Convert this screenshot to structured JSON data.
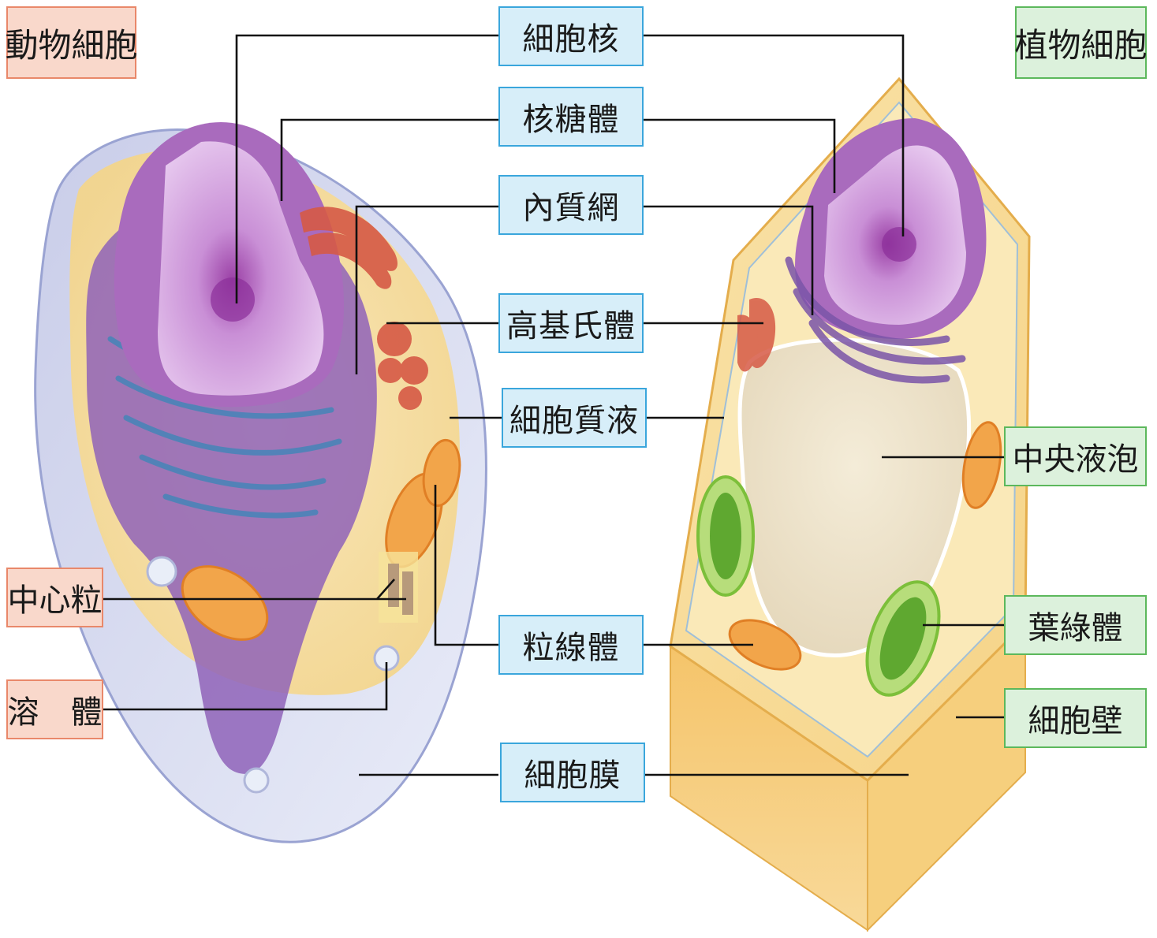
{
  "titles": {
    "animal": "動物細胞",
    "plant": "植物細胞"
  },
  "center_labels": {
    "nucleus": "細胞核",
    "ribosome": "核糖體",
    "er": "內質網",
    "golgi": "高基氏體",
    "cytoplasm": "細胞質液",
    "mitochondria": "粒線體",
    "cell_membrane": "細胞膜"
  },
  "animal_labels": {
    "centriole": "中心粒",
    "lysosome": "溶　體"
  },
  "plant_labels": {
    "central_vacuole": "中央液泡",
    "chloroplast": "葉綠體",
    "cell_wall": "細胞壁"
  },
  "colors": {
    "center_label_fill": "#d7eef9",
    "center_label_border": "#3aa6dc",
    "animal_label_fill": "#f9d8cb",
    "animal_label_border": "#e9886a",
    "plant_label_fill": "#dcf1dc",
    "plant_label_border": "#5cb85c",
    "nucleus": "#b98ad0",
    "er": "#8a5fb0",
    "golgi": "#d85a48",
    "mitochondria": "#f0a040",
    "chloroplast": "#7cbf3a",
    "cytoplasm": "#f7e0a6",
    "cell_wall": "#f3c978"
  }
}
